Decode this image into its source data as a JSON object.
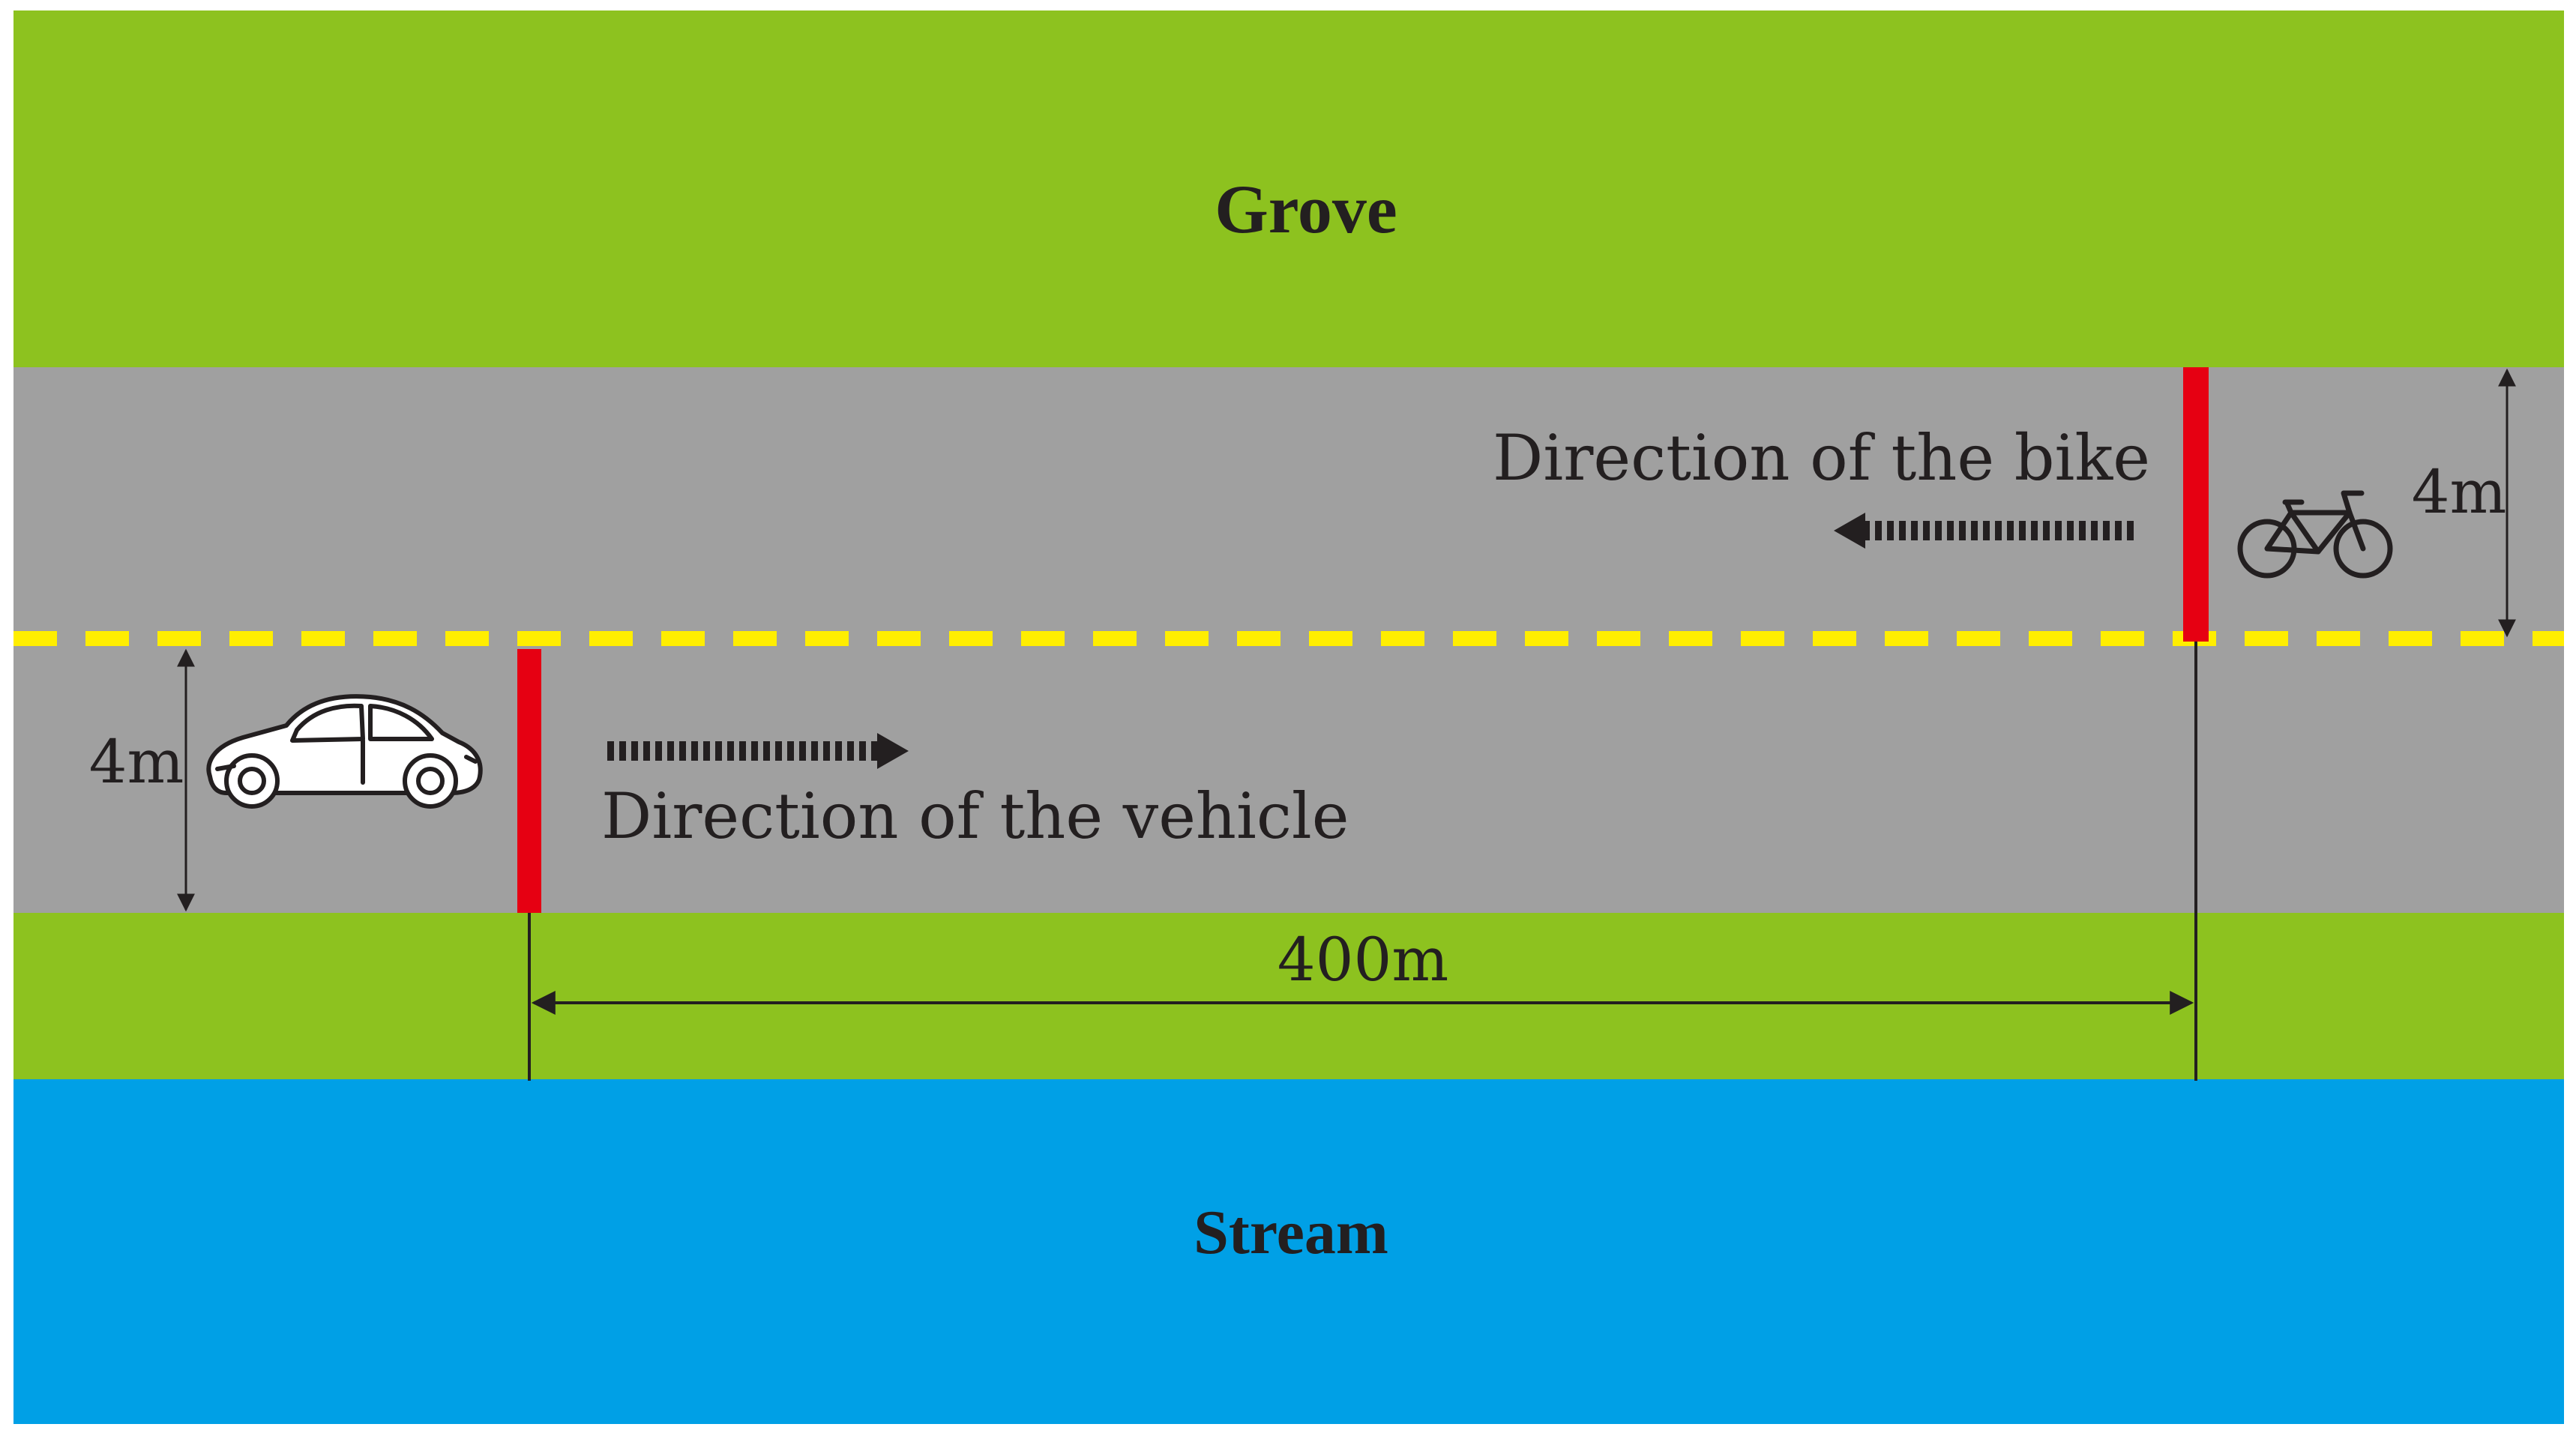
{
  "labels": {
    "top_area": "Grove",
    "bottom_area": "Stream",
    "bike_direction": "Direction of the bike",
    "vehicle_direction": "Direction of the vehicle",
    "lane_width_left": "4m",
    "lane_width_right": "4m",
    "distance": "400m"
  },
  "colors": {
    "grass": "#8dc21f",
    "road": "#a0a0a0",
    "water": "#00a0e6",
    "marker": "#e60012",
    "center_line": "#ffee00",
    "line": "#231f20"
  },
  "icons": {
    "vehicle": "car-icon",
    "bike": "bicycle-icon"
  }
}
